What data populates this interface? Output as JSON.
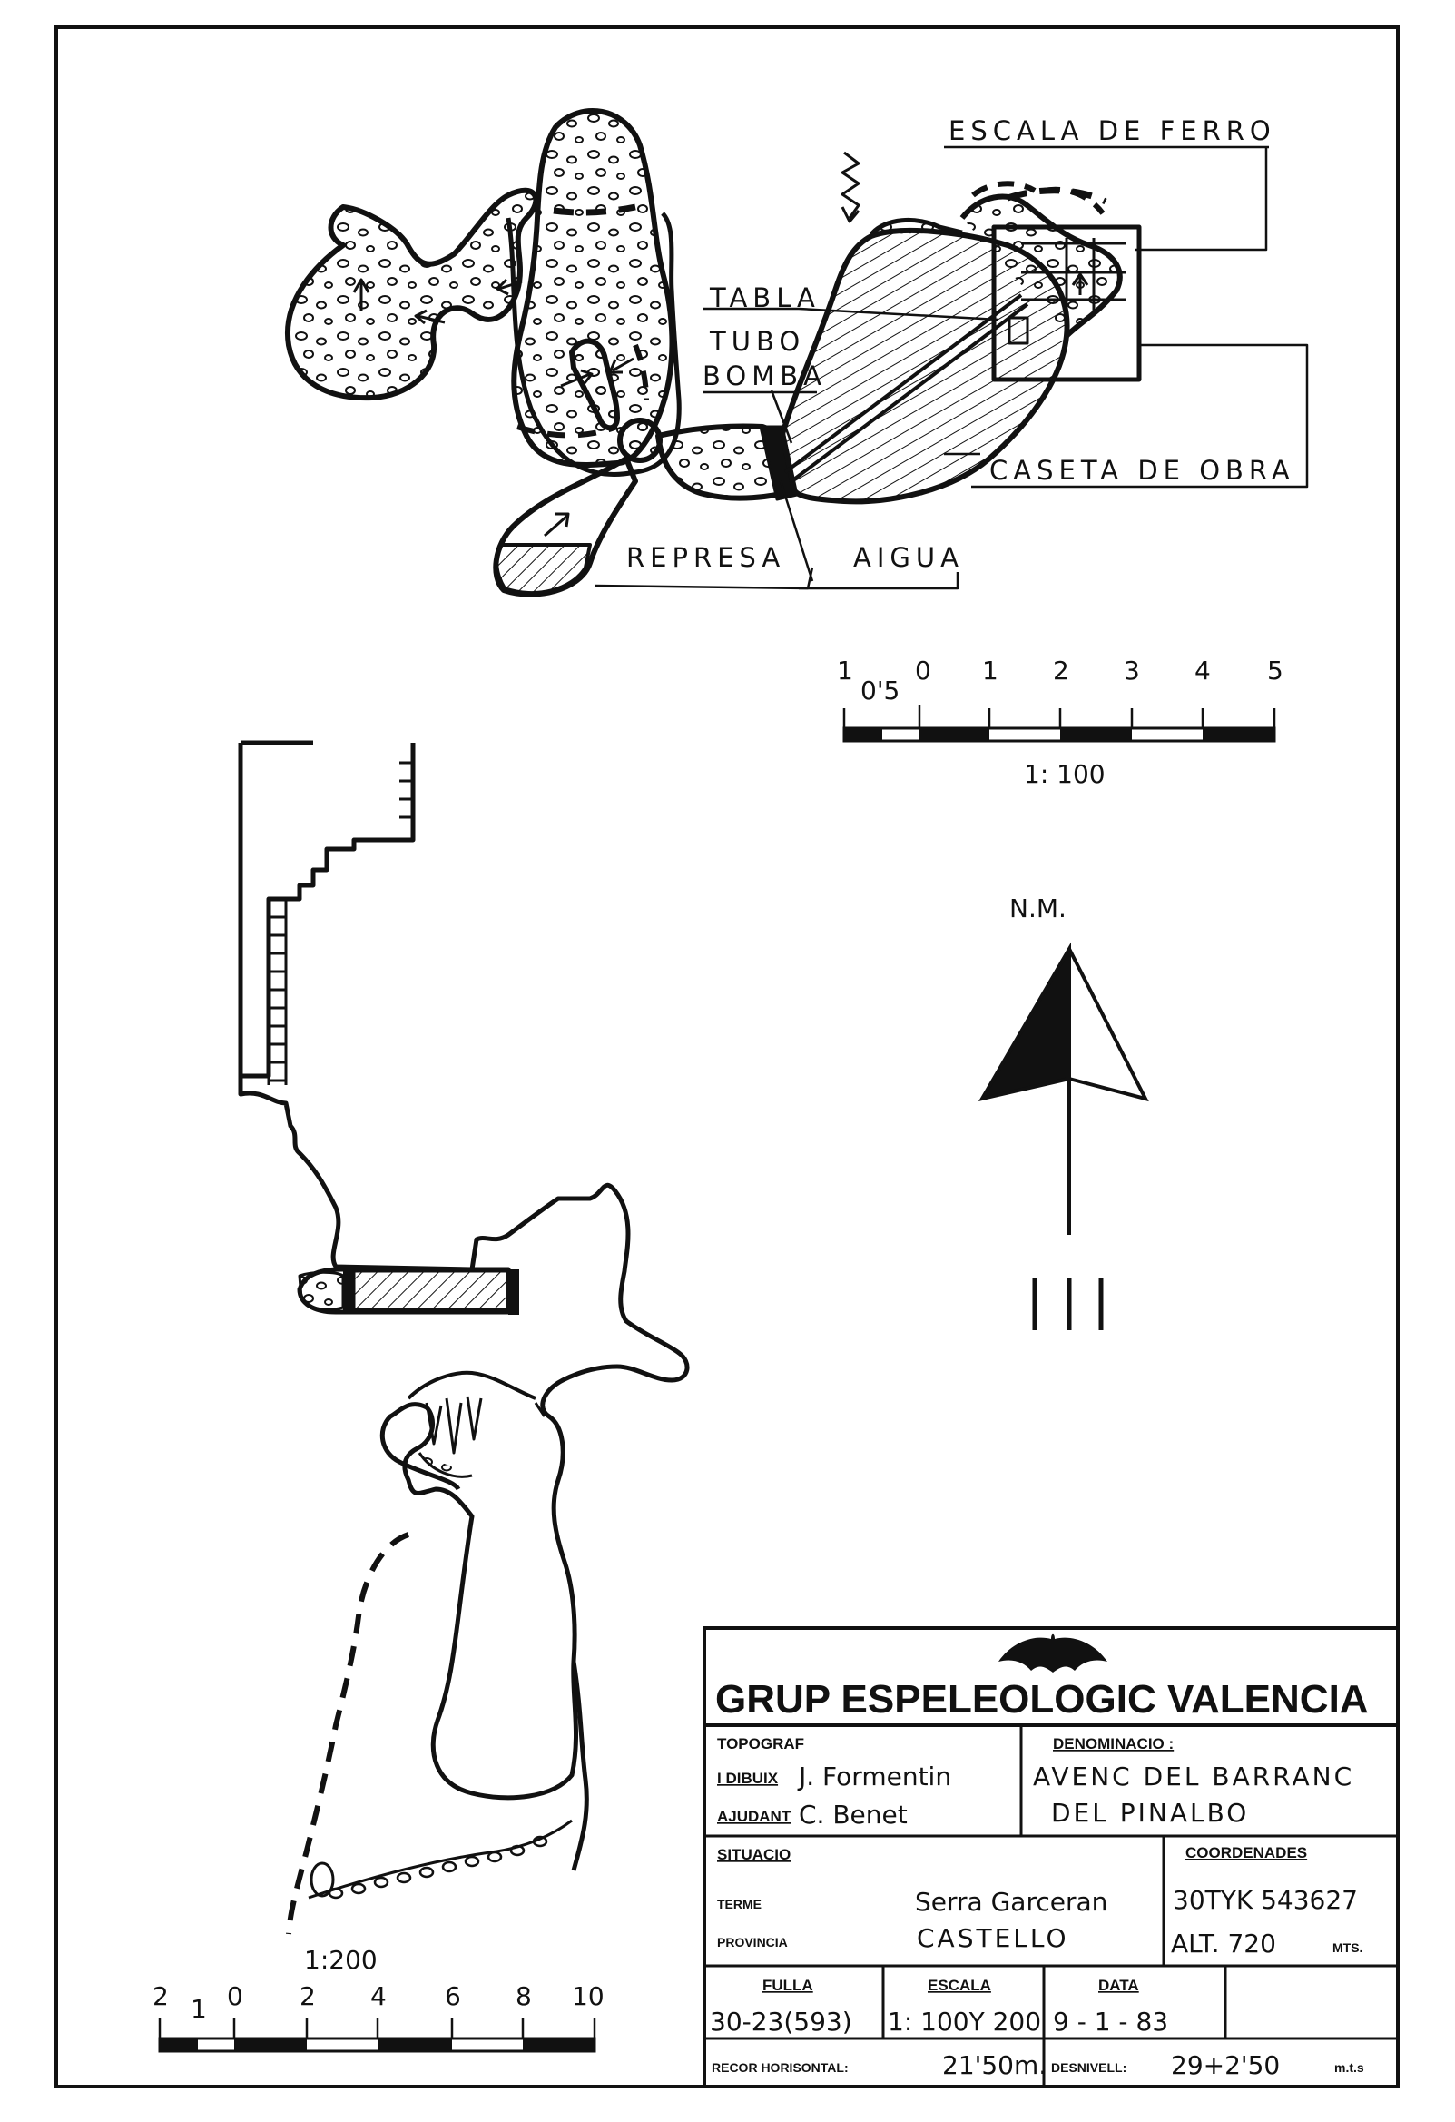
{
  "plan": {
    "labels": {
      "escala_de_ferro": "ESCALA DE FERRO",
      "tabla": "TABLA",
      "tubo": "TUBO",
      "bomba": "BOMBA",
      "caseta_de_obra": "CASETA DE OBRA",
      "represa": "REPRESA",
      "aigua": "AIGUA"
    }
  },
  "north": {
    "label": "N.M."
  },
  "scale_plan": {
    "ticks": [
      "1",
      "0'5",
      "0",
      "1",
      "2",
      "3",
      "4",
      "5"
    ],
    "ratio": "1: 100"
  },
  "scale_section": {
    "ratio": "1:200",
    "ticks": [
      "2",
      "1",
      "0",
      "2",
      "4",
      "6",
      "8",
      "10"
    ]
  },
  "title_block": {
    "org": "GRUP  ESPELEOLOGIC  VALENCIA",
    "topograf_label": "TOPOGRAF",
    "dibuix_label": "I DIBUIX",
    "dibuix_name": "J. Formentin",
    "ajudant_label": "AJUDANT",
    "ajudant_name": "C. Benet",
    "denominacio_label": "DENOMINACIO :",
    "denominacio_line1": "AVENC DEL BARRANC",
    "denominacio_line2": "DEL PINALBO",
    "situacio_label": "SITUACIO",
    "terme_label": "TERME",
    "terme_value": "Serra Garceran",
    "provincia_label": "PROVINCIA",
    "provincia_value": "CASTELLO",
    "coordenades_label": "COORDENADES",
    "coordenades_value": "30TYK 543627",
    "alt_value": "ALT. 720",
    "alt_unit": "MTS.",
    "fulla_label": "FULLA",
    "fulla_value": "30-23(593)",
    "escala_label": "ESCALA",
    "escala_value": "1: 100Y 200",
    "data_label": "DATA",
    "data_value": "9 - 1 - 83",
    "recor_label": "RECOR HORISONTAL:",
    "recor_value": "21'50m.",
    "desnivell_label": "DESNIVELL:",
    "desnivell_value": "29+2'50",
    "desnivell_unit": "m.t.s"
  }
}
